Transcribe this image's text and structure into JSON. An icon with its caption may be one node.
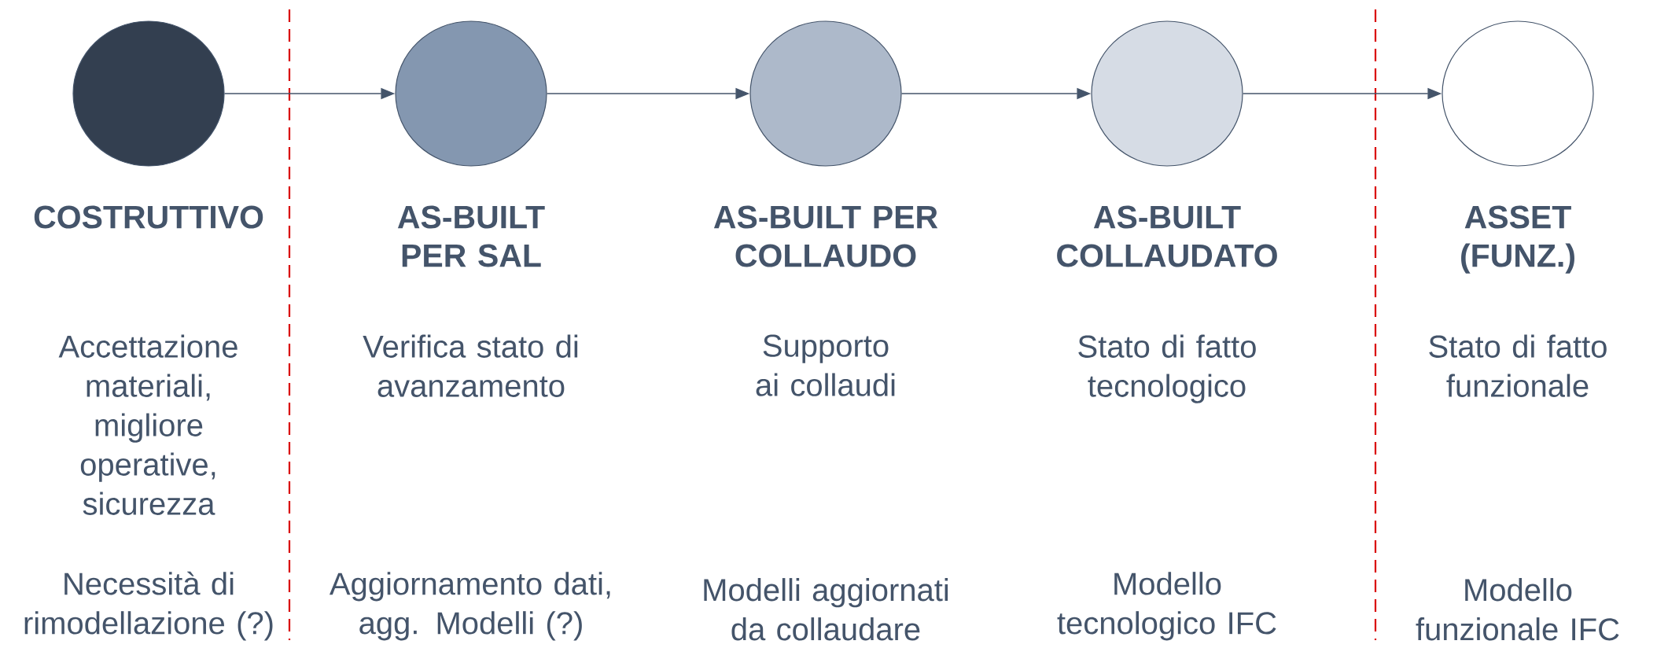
{
  "diagram": {
    "nodes": [
      {
        "text": [],
        "shape": "circle",
        "beside": [
          "COSTRUTTIVO",
          "Accettazione materiali, migliore operative, sicurezza"
        ]
      },
      {
        "text": [],
        "shape": "circle",
        "beside": [
          "AS-BUILT PER SAL",
          "Verifica stato di avanzamento"
        ]
      },
      {
        "text": [],
        "shape": "circle",
        "beside": [
          "AS-BUILT PER COLLAUDO",
          "Supporto ai collaudi"
        ]
      },
      {
        "text": [],
        "shape": "circle",
        "beside": [
          "AS-BUILT COLLAUDATO",
          "Stato di fatto tecnologico"
        ]
      },
      {
        "text": [],
        "shape": "circle",
        "beside": [
          "ASSET (FUNZ.)",
          "Stato di fatto funzionale"
        ]
      }
    ],
    "edges": [
      {
        "from": 0,
        "to": 1,
        "arrow": "to"
      },
      {
        "from": 1,
        "to": 2,
        "arrow": "to"
      },
      {
        "from": 2,
        "to": 3,
        "arrow": "to"
      },
      {
        "from": 3,
        "to": 4,
        "arrow": "to"
      }
    ],
    "labels": [
      "Necessità di rimodellazione (?)",
      "Aggiornamento dati, agg. Modelli (?)",
      "Modelli aggiornati da collaudare",
      "Modello tecnologico IFC",
      "Modello funzionale IFC"
    ]
  }
}
